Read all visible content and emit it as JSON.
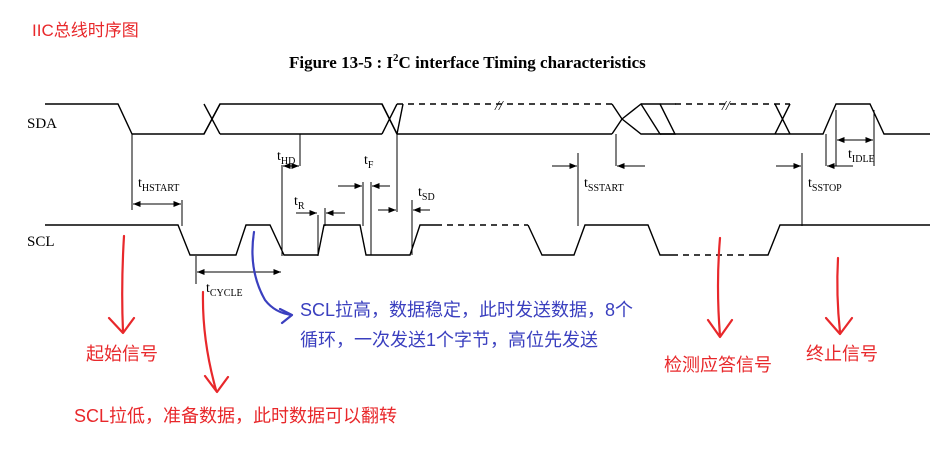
{
  "note_title": "IIC总线时序图",
  "figure_title": {
    "prefix": "Figure 13-5 : I",
    "sup": "2",
    "suffix": "C interface Timing characteristics"
  },
  "signals": {
    "sda": "SDA",
    "scl": "SCL"
  },
  "timing_labels": {
    "hd": {
      "t": "t",
      "sub": "HD"
    },
    "f": {
      "t": "t",
      "sub": "F"
    },
    "r": {
      "t": "t",
      "sub": "R"
    },
    "sd": {
      "t": "t",
      "sub": "SD"
    },
    "hstart": {
      "t": "t",
      "sub": "HSTART"
    },
    "cycle": {
      "t": "t",
      "sub": "CYCLE"
    },
    "sstart": {
      "t": "t",
      "sub": "SSTART"
    },
    "sstop": {
      "t": "t",
      "sub": "SSTOP"
    },
    "idle": {
      "t": "t",
      "sub": "IDLE"
    }
  },
  "break_mark": "//",
  "annotations": {
    "start_signal": "起始信号",
    "scl_low": "SCL拉低，准备数据，此时数据可以翻转",
    "scl_high_line1": "SCL拉高，数据稳定，此时发送数据，8个",
    "scl_high_line2": "循环，一次发送1个字节，高位先发送",
    "ack_detect": "检测应答信号",
    "stop_signal": "终止信号"
  },
  "colors": {
    "annotation_red": "#e8282b",
    "annotation_blue": "#3a3fbf",
    "ink": "#000000"
  }
}
